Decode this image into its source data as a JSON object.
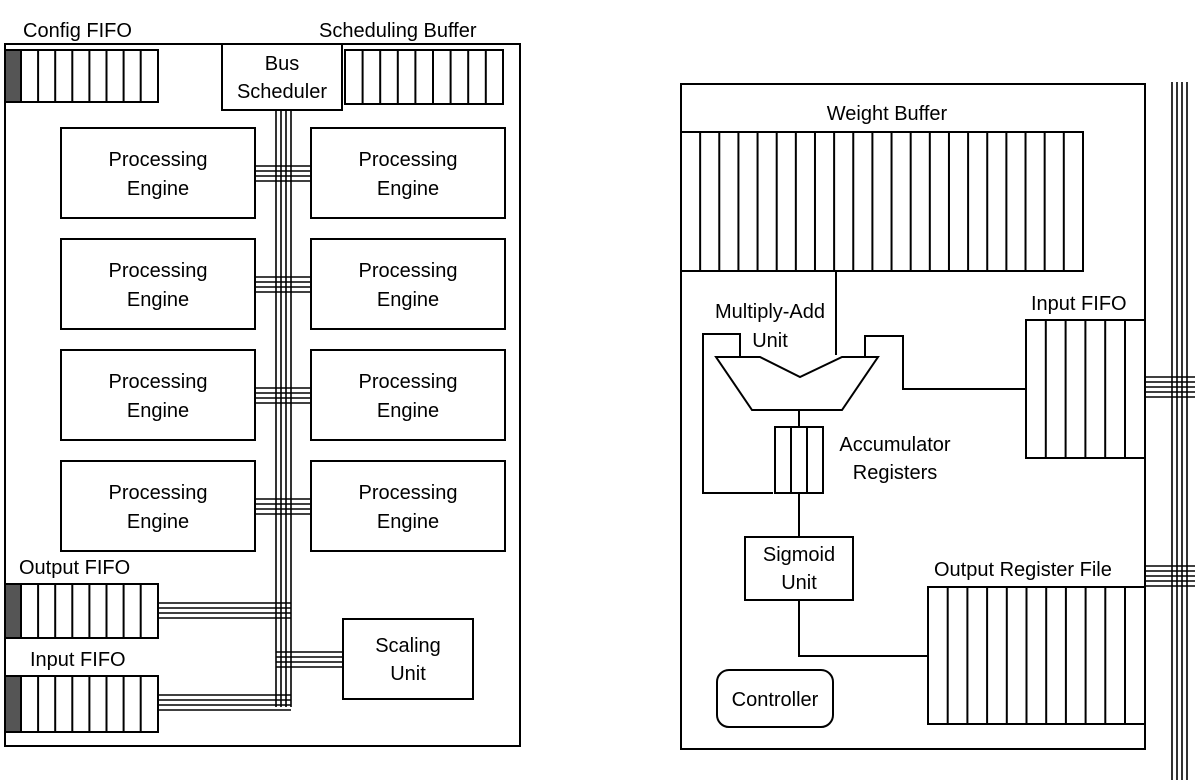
{
  "left_panel": {
    "config_fifo_label": "Config FIFO",
    "scheduling_buffer_label": "Scheduling Buffer",
    "bus_scheduler_label": [
      "Bus",
      "Scheduler"
    ],
    "processing_engine_label": [
      "Processing",
      "Engine"
    ],
    "processing_engine_count": 8,
    "output_fifo_label": "Output FIFO",
    "input_fifo_label": "Input FIFO",
    "scaling_unit_label": [
      "Scaling",
      "Unit"
    ]
  },
  "right_panel": {
    "weight_buffer_label": "Weight Buffer",
    "multiply_add_label": [
      "Multiply-Add",
      "Unit"
    ],
    "input_fifo_label": "Input FIFO",
    "accumulator_label": [
      "Accumulator",
      "Registers"
    ],
    "sigmoid_label": [
      "Sigmoid",
      "Unit"
    ],
    "output_register_file_label": "Output Register File",
    "controller_label": "Controller"
  },
  "colors": {
    "line": "#000000",
    "fill": "#ffffff",
    "fifo_head": "#555555"
  }
}
